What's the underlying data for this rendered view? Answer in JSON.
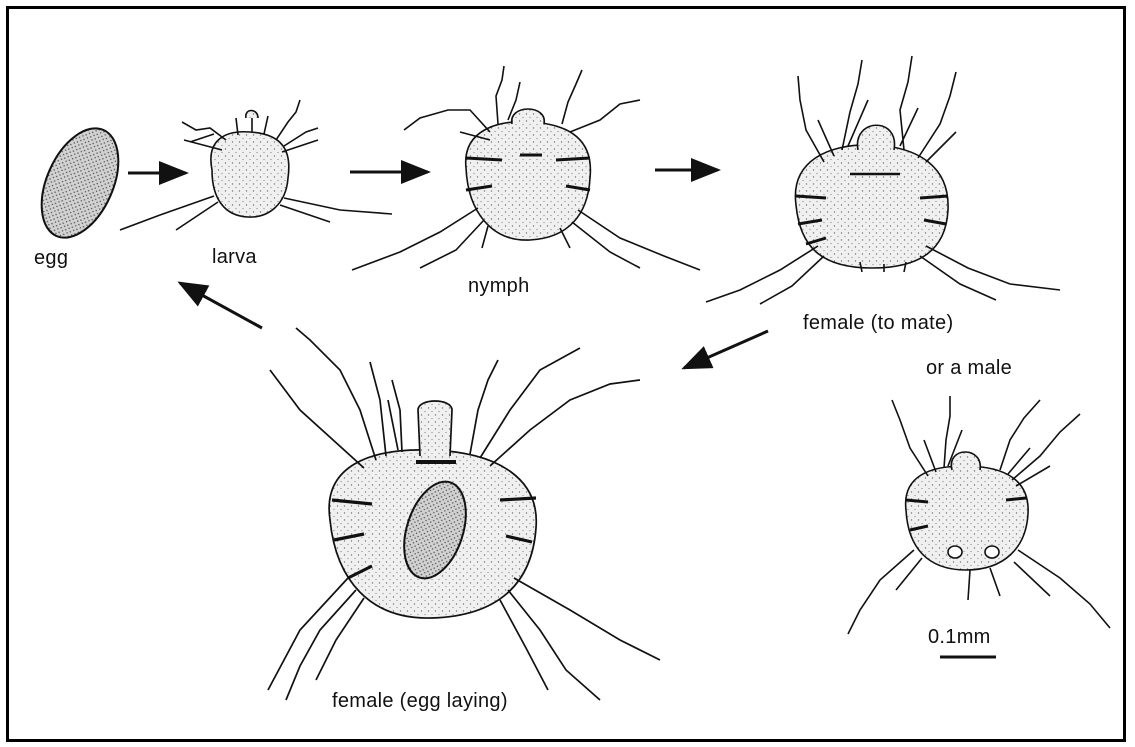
{
  "labels": {
    "egg": "egg",
    "larva": "larva",
    "nymph": "nymph",
    "female_to_mate": "female (to mate)",
    "or_a_male": "or  a male",
    "female_egg_laying": "female (egg laying)",
    "scale": "0.1mm"
  },
  "colors": {
    "ink": "#1a1a1a",
    "body_fill": "#eeeeee",
    "egg_fill": "#cfcfcf",
    "background": "#ffffff"
  }
}
